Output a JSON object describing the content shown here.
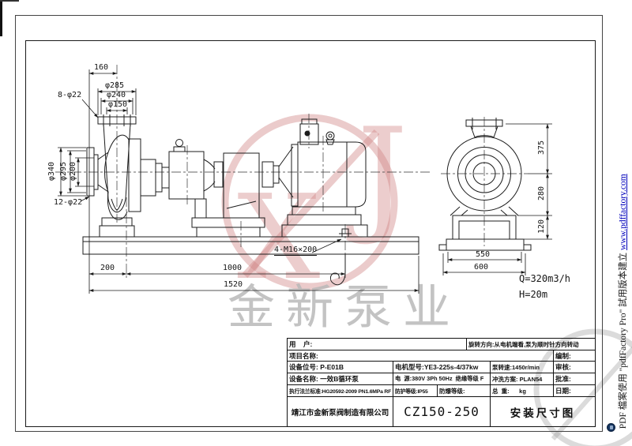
{
  "side_view": {
    "dims": {
      "d160": "160",
      "d285": "φ285",
      "d240": "φ240",
      "d150": "φ150",
      "b8": "8-φ22",
      "d340": "φ340",
      "d295": "φ295",
      "d200": "φ200",
      "b12": "12-φ22",
      "anchor": "4-M16×200",
      "l200": "200",
      "l1000": "1000",
      "l1520": "1520"
    }
  },
  "end_view": {
    "dims": {
      "d375": "375",
      "d280": "280",
      "d120": "120",
      "d550": "550",
      "d600": "600"
    },
    "performance": {
      "flow": "Q=320m3/h",
      "head": "H=20m"
    }
  },
  "title_block": {
    "user_label": "用    户:",
    "rotation_note": "旋转方向:从电机端看,泵为顺时针方向转动",
    "project_label": "项目名称:",
    "drafted_label": "编制:",
    "tag_no": "设备位号: P-E01B",
    "motor_model": "电机型号:YE3-225s-4/37kw",
    "pump_speed": "泵转速:1450r/min",
    "checked_label": "审核:",
    "equip_name": "设备名称: 一效B循环泵",
    "power": "电  源:380V 3Ph 50Hz  绝缘等级 F",
    "flush_plan": "冲洗方案: PLAN54",
    "approved_label": "批准:",
    "flange_std": "执行法兰标准:HG20592-2009 PN1.6MPa RF",
    "protection": "防护等级:IP55",
    "explosion": "防爆等级:",
    "weight": "总  重:      kg",
    "date_label": "日期:",
    "company": "靖江市金新泵阀制造有限公司",
    "model": "CZ150-250",
    "drawing_title": "安装尺寸图"
  },
  "watermarks": {
    "company_name": "金新泵业",
    "logo_letter_x": "X",
    "logo_letter_j": "J"
  },
  "pdf_stamp": {
    "prefix": "PDF 檔案使用 \"pdfFactory Pro\" 試用版本建立 ",
    "link": "www.pdffactory.com"
  }
}
